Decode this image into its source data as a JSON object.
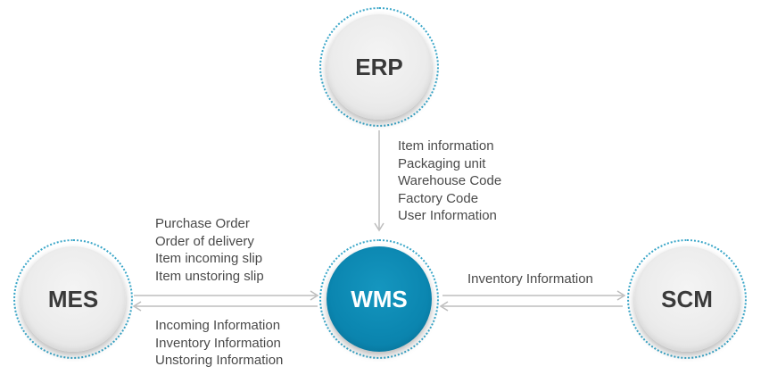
{
  "nodes": {
    "erp": "ERP",
    "wms": "WMS",
    "mes": "MES",
    "scm": "SCM"
  },
  "flows": {
    "erp_to_wms": [
      "Item information",
      "Packaging unit",
      "Warehouse Code",
      "Factory Code",
      "User Information"
    ],
    "mes_to_wms": [
      "Purchase Order",
      "Order of delivery",
      "Item incoming slip",
      "Item unstoring slip"
    ],
    "wms_to_mes": [
      "Incoming Information",
      "Inventory Information",
      "Unstoring Information"
    ],
    "wms_to_scm": [
      "Inventory Information"
    ]
  },
  "colors": {
    "primary": "#0b86b0",
    "node_fill": "#ececec",
    "ring": "#3aa6c8",
    "arrow": "#bdbdbd",
    "text": "#4a4a4a"
  }
}
